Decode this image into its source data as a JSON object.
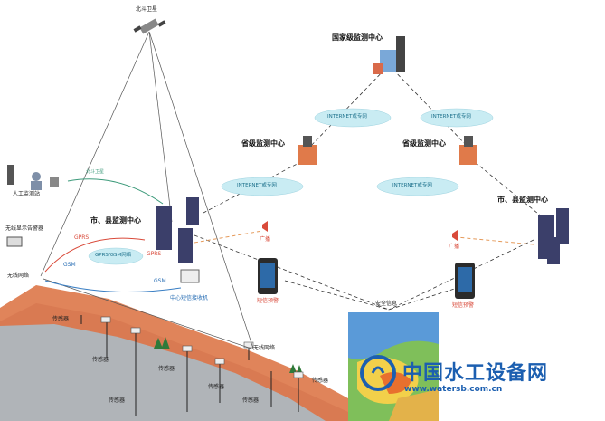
{
  "diagram": {
    "satellite": "北斗卫星",
    "national_center": "国家级监测中心",
    "internet_left": "INTERNET或专网",
    "internet_right": "INTERNET或专网",
    "province_left": "省级监测中心",
    "province_right": "省级监测中心",
    "internet_province": "INTERNET或专网",
    "internet_province_right": "INTERNET或专网",
    "city_center_left": "市、县监测中心",
    "city_center_right": "市、县监测中心",
    "manual_station": "人工监测站",
    "wireless_alarm": "无线显示告警器",
    "wireless_net_left": "无线网络",
    "wireless_net_mid": "无线网络",
    "gsm_left": "GSM",
    "gsm_mid": "GSM",
    "gprs": "GPRS",
    "gprs_left": "GPRS",
    "beidou_small": "北斗卫星",
    "gprs_cloud": "GPRS/GSM网络",
    "central_receiver": "中心短信接收机",
    "broadcast_left": "广播",
    "broadcast_right": "广播",
    "sms_left": "短信预警",
    "sms_right": "短信预警",
    "safety_info": "安全信息",
    "sensors": [
      "传感器",
      "传感器",
      "传感器",
      "传感器",
      "传感器",
      "传感器",
      "传感器"
    ]
  },
  "watermark": {
    "title": "中国水工设备网",
    "url": "www.watersb.com.cn"
  },
  "colors": {
    "soil": "#e0845a",
    "bedrock": "#b0b4b8",
    "cloud": "#c9ecf3",
    "brand": "#1c5fb0",
    "dashed_dark": "#333333",
    "arc_red": "#d94a3a",
    "arc_blue": "#3a7fc4",
    "arc_green": "#3c9a7a",
    "orange_dash": "#e59a5a"
  }
}
